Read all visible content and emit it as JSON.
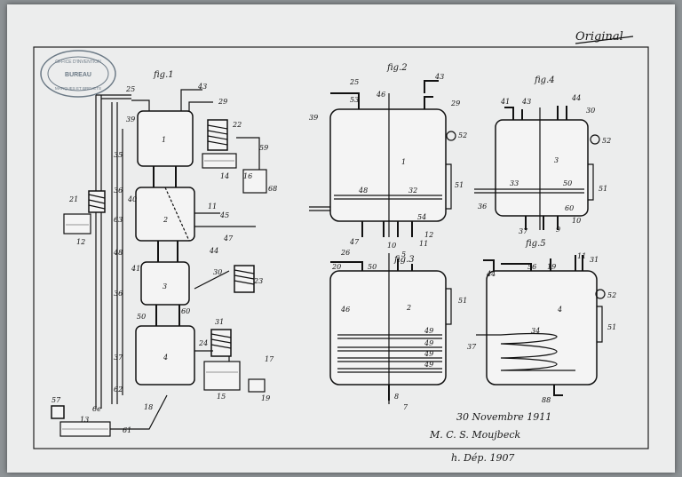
{
  "header": {
    "original_mark": "Original"
  },
  "stamp": {
    "lines": [
      "OFFICE D'INVENTION",
      "BUREAU",
      "MARQUES ET BREVETS"
    ]
  },
  "figures": {
    "fig1": {
      "label": "fig.1",
      "vessels": [
        "1",
        "2",
        "3",
        "4"
      ],
      "refs": [
        "25",
        "43",
        "29",
        "22",
        "39",
        "35",
        "59",
        "36",
        "14",
        "16",
        "68",
        "21",
        "40",
        "11",
        "45",
        "63",
        "12",
        "47",
        "48",
        "41",
        "44",
        "30",
        "23",
        "36",
        "50",
        "60",
        "31",
        "37",
        "24",
        "62",
        "15",
        "17",
        "19",
        "57",
        "6e",
        "61",
        "18",
        "13"
      ]
    },
    "fig2": {
      "label": "fig.2",
      "vessel": "1",
      "refs": [
        "25",
        "43",
        "53",
        "46",
        "29",
        "39",
        "52",
        "48",
        "32",
        "51",
        "47",
        "10",
        "11",
        "54",
        "12"
      ]
    },
    "fig3": {
      "label": "fig.3",
      "vessel": "2",
      "refs": [
        "26",
        "5",
        "20",
        "50",
        "51",
        "46",
        "49",
        "49",
        "49",
        "49",
        "7",
        "8"
      ]
    },
    "fig4": {
      "label": "fig.4",
      "vessel": "3",
      "refs": [
        "41",
        "43",
        "44",
        "30",
        "52",
        "33",
        "50",
        "51",
        "36",
        "37",
        "60",
        "9",
        "10"
      ]
    },
    "fig5": {
      "label": "fig.5",
      "vessel": "4",
      "refs": [
        "44",
        "56",
        "19",
        "11",
        "31",
        "52",
        "51",
        "34",
        "37",
        "88"
      ]
    }
  },
  "signature": {
    "date": "30 Novembre 1911",
    "name": "M. C. S. Moujbeck",
    "dept": "h. Dép. 1907"
  }
}
